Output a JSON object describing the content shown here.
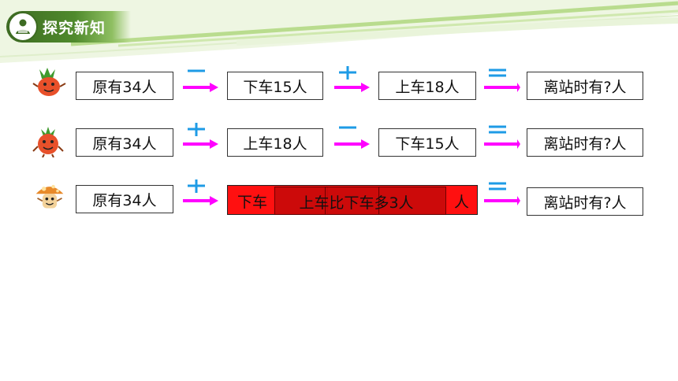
{
  "header": {
    "title": "探究新知"
  },
  "colors": {
    "arrow": "#ff00ff",
    "operator": "#1e9be6",
    "overlay": "#ff1010",
    "brand": "#3d6b22"
  },
  "rows": [
    {
      "start": "原有34人",
      "op1": "－",
      "mid1": "下车15人",
      "op2": "＋",
      "mid2": "上车18人",
      "eq": "＝",
      "result": "离站时有?人"
    },
    {
      "start": "原有34人",
      "op1": "＋",
      "mid1": "上车18人",
      "op2": "－",
      "mid2": "下车15人",
      "eq": "＝",
      "result": "离站时有?人"
    },
    {
      "start": "原有34人",
      "op1": "＋",
      "covered_left": "下车",
      "covered_right": "人",
      "overlay": "上车比下车多3人",
      "eq": "＝",
      "result": "离站时有?人"
    }
  ]
}
